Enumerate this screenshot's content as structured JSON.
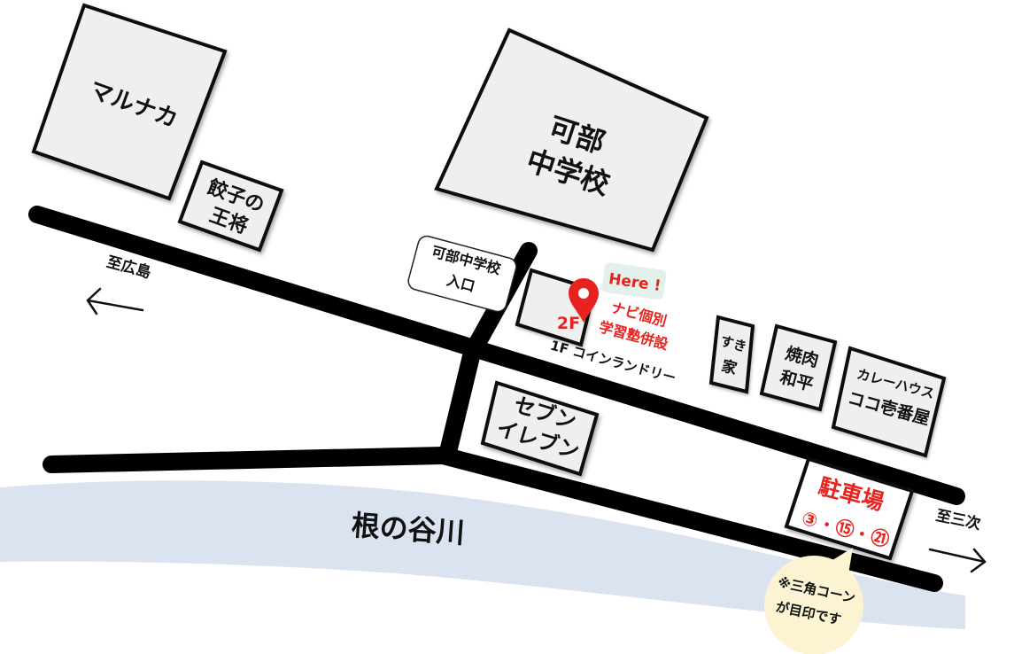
{
  "map": {
    "buildings": {
      "marunaka": "マルナカ",
      "kabe_school_line1": "可部",
      "kabe_school_line2": "中学校",
      "gyoza_line1": "餃子の",
      "gyoza_line2": "王将",
      "seven_line1": "セブン",
      "seven_line2": "イレブン",
      "sukiya_line1": "すき",
      "sukiya_line2": "家",
      "yakiniku_line1": "焼肉",
      "yakiniku_line2": "和平",
      "coco_line1": "カレーハウス",
      "coco_line2": "ココ壱番屋",
      "target_floor": "2F"
    },
    "labels": {
      "school_entrance_line1": "可部中学校",
      "school_entrance_line2": "入口",
      "here": "Here !",
      "navi_line1": "ナビ個別",
      "navi_line2": "学習塾併設",
      "laundry": "1F コインランドリー",
      "to_hiroshima": "至広島",
      "to_miyoshi": "至三次",
      "river": "根の谷川"
    },
    "parking": {
      "title": "駐車場",
      "spots": [
        "③",
        "⑮",
        "㉑"
      ],
      "separator": "・"
    },
    "note": {
      "line1": "※三角コーン",
      "line2": "が目印です"
    },
    "colors": {
      "road": "#000000",
      "building_fill": "#efefef",
      "highlight_red": "#e8231f",
      "river": "#dbe3f1",
      "here_bubble": "#e3f1ec",
      "note_bubble": "#fbf3d2"
    },
    "icons": {
      "pin": "map-pin-icon",
      "left_arrow": "arrow-left-icon",
      "right_arrow": "arrow-right-icon"
    }
  }
}
